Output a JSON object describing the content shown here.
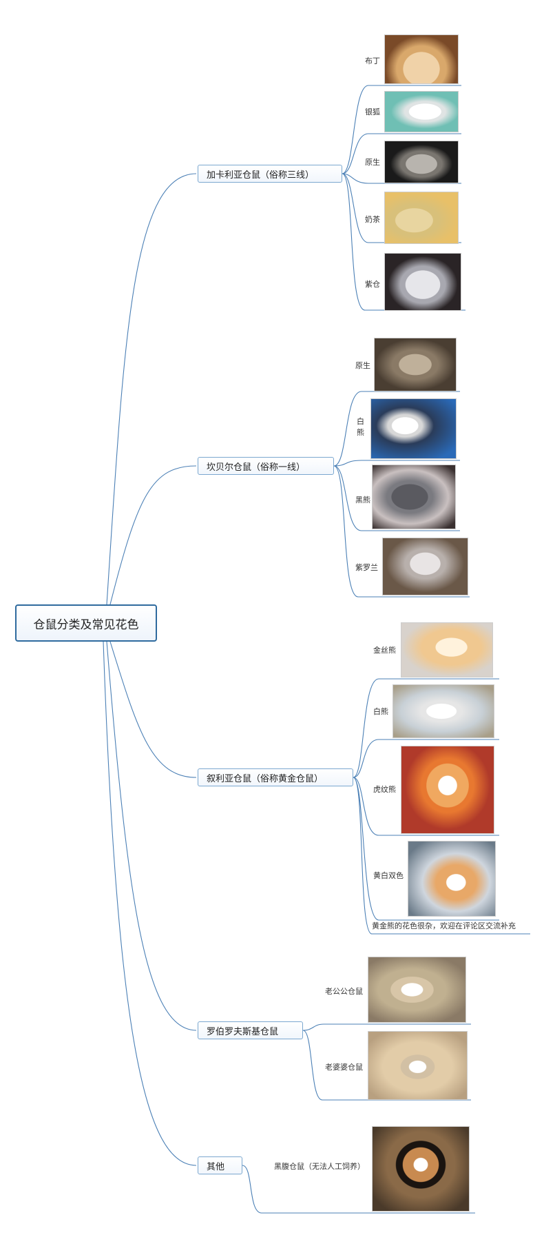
{
  "root": {
    "label": "仓鼠分类及常见花色"
  },
  "branches": [
    {
      "label": "加卡利亚仓鼠（俗称三线）",
      "leaves": [
        {
          "label": "布丁",
          "photo": "pudding-hamster-photo"
        },
        {
          "label": "银狐",
          "photo": "silver-fox-hamster-photo"
        },
        {
          "label": "原生",
          "photo": "wild-type-hamster-photo"
        },
        {
          "label": "奶茶",
          "photo": "milk-tea-hamster-photo"
        },
        {
          "label": "紫仓",
          "photo": "purple-hamster-photo"
        }
      ]
    },
    {
      "label": "坎贝尔仓鼠（俗称一线）",
      "leaves": [
        {
          "label": "原生",
          "photo": "wild-type-hamster-photo"
        },
        {
          "label": "白熊",
          "photo": "white-bear-hamster-photo"
        },
        {
          "label": "黑熊",
          "photo": "black-bear-hamster-photo"
        },
        {
          "label": "紫罗兰",
          "photo": "violet-hamster-photo"
        }
      ]
    },
    {
      "label": "叙利亚仓鼠（俗称黄金仓鼠）",
      "leaves": [
        {
          "label": "金丝熊",
          "photo": "golden-hamster-photo"
        },
        {
          "label": "白熊",
          "photo": "white-bear-hamster-photo"
        },
        {
          "label": "虎纹熊",
          "photo": "tiger-stripe-hamster-photo"
        },
        {
          "label": "黄白双色",
          "photo": "two-tone-hamster-photo"
        }
      ],
      "note": "黄金熊的花色很杂，欢迎在评论区交流补充"
    },
    {
      "label": "罗伯罗夫斯基仓鼠",
      "leaves": [
        {
          "label": "老公公仓鼠",
          "photo": "old-man-hamster-photo"
        },
        {
          "label": "老婆婆仓鼠",
          "photo": "old-lady-hamster-photo"
        }
      ]
    },
    {
      "label": "其他",
      "leaves": [
        {
          "label": "黑腹仓鼠（无法人工饲养）",
          "photo": "black-bellied-hamster-photo"
        }
      ]
    }
  ],
  "colors": {
    "line": "#4a7fb5",
    "root_border": "#2e6a9e"
  }
}
